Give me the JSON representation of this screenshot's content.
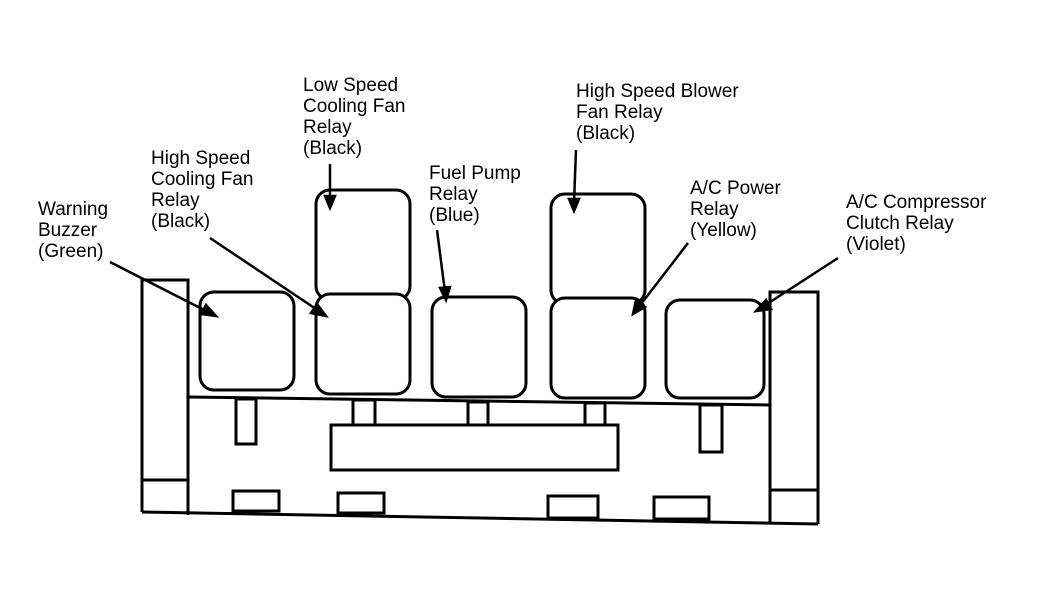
{
  "labels": {
    "warning_buzzer": [
      "Warning",
      "Buzzer",
      "(Green)"
    ],
    "hs_cooling_fan": [
      "High Speed",
      "Cooling Fan",
      "Relay",
      "(Black)"
    ],
    "ls_cooling_fan": [
      "Low Speed",
      "Cooling Fan",
      "Relay",
      "(Black)"
    ],
    "fuel_pump": [
      "Fuel Pump",
      "Relay",
      "(Blue)"
    ],
    "hs_blower_fan": [
      "High Speed Blower",
      "Fan Relay",
      "(Black)"
    ],
    "ac_power": [
      "A/C Power",
      "Relay",
      "(Yellow)"
    ],
    "ac_compressor": [
      "A/C Compressor",
      "Clutch Relay",
      "(Violet)"
    ]
  },
  "colors": {
    "line": "#000000",
    "background": "#ffffff"
  }
}
